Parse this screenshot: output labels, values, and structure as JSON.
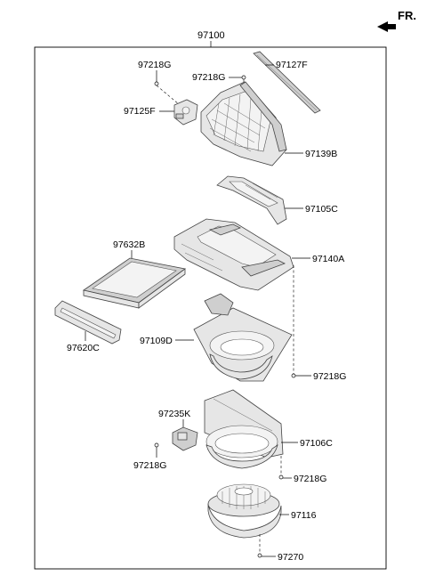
{
  "header": {
    "orientation_label": "FR."
  },
  "assembly": {
    "number": "97100"
  },
  "parts": {
    "bolt_top_left": "97218G",
    "bolt_top_center": "97218G",
    "seal_strip": "97127F",
    "actuator": "97125F",
    "intake_case": "97139B",
    "intake_bracket": "97105C",
    "filter": "97632B",
    "filter_case": "97140A",
    "filter_cover": "97620C",
    "lower_case": "97109D",
    "bolt_right": "97218G",
    "resistor": "97235K",
    "blower_case": "97106C",
    "bolt_left_lower": "97218G",
    "bolt_right_lower": "97218G",
    "blower_motor": "97116",
    "screw_bottom": "97270"
  }
}
